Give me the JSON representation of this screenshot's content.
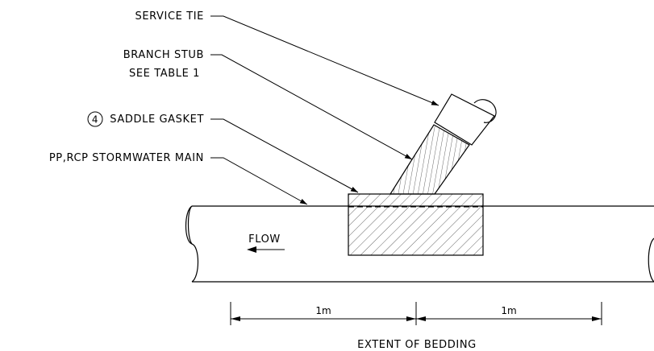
{
  "labels": {
    "service_tie": "SERVICE TIE",
    "branch_stub_line1": "BRANCH STUB",
    "branch_stub_line2": "SEE TABLE 1",
    "saddle_gasket_number": "4",
    "saddle_gasket": "SADDLE GASKET",
    "stormwater_main": "PP,RCP STORMWATER MAIN",
    "flow": "FLOW",
    "extent": "EXTENT OF BEDDING"
  },
  "dimensions": {
    "left": "1m",
    "right": "1m"
  },
  "colors": {
    "line": "#000000",
    "background": "#ffffff"
  }
}
